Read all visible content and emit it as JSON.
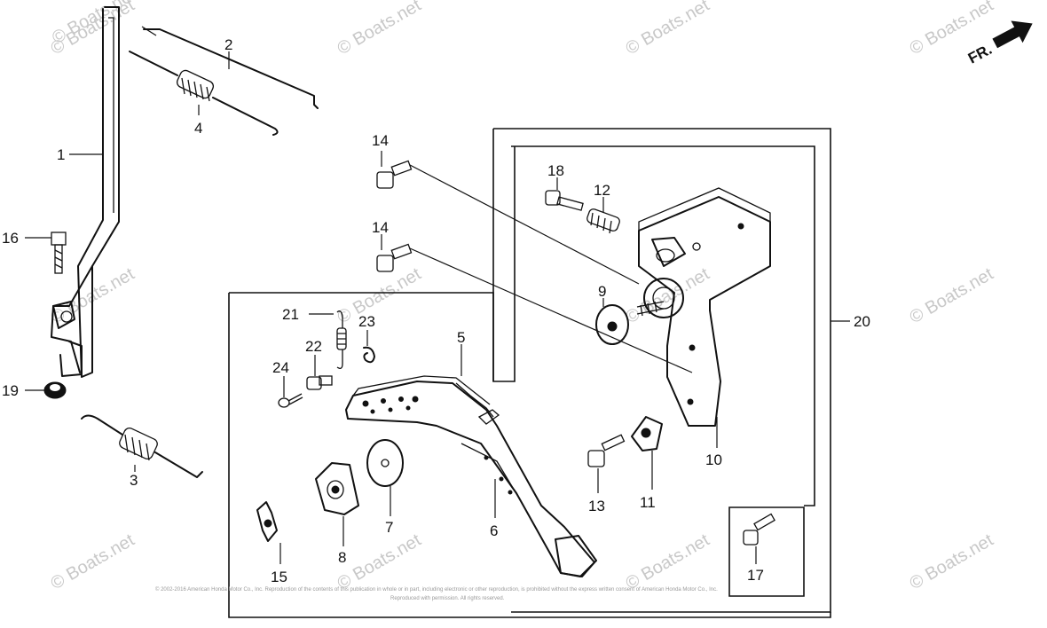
{
  "diagram": {
    "orientation_label": "FR.",
    "watermark": "© Boats.net",
    "copyright_note": {
      "line1": "© 2002-2016 American Honda Motor Co., Inc. Reproduction of the contents of this publication in whole or in part, including electronic or other reproduction, is prohibited without the express written consent of American Honda Motor Co., Inc.",
      "line2": "Reproduced with permission. All rights reserved."
    },
    "callouts": [
      "1",
      "2",
      "3",
      "4",
      "5",
      "6",
      "7",
      "8",
      "9",
      "10",
      "11",
      "12",
      "13",
      "14",
      "14",
      "15",
      "16",
      "17",
      "18",
      "19",
      "20",
      "21",
      "22",
      "23",
      "24"
    ]
  }
}
